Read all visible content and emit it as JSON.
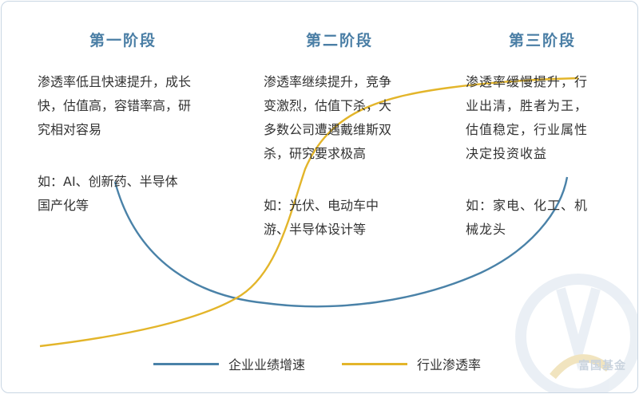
{
  "stages": [
    {
      "title": "第一阶段",
      "desc_lines": [
        "渗透率低且快速提升，成长",
        "快，估值高，容错率高，研",
        "究相对容易"
      ],
      "example_lines": [
        "如：AI、创新药、半导体",
        "国产化等"
      ]
    },
    {
      "title": "第二阶段",
      "desc_lines": [
        "渗透率继续提升，竞争",
        "变激烈，估值下杀，大",
        "多数公司遭遇戴维斯双",
        "杀，研究要求极高"
      ],
      "example_lines": [
        "如：光伏、电动车中",
        "游、半导体设计等"
      ]
    },
    {
      "title": "第三阶段",
      "desc_lines": [
        "渗透率缓慢提升，行",
        "业出清，胜者为王，",
        "估值稳定，行业属性",
        "决定投资收益"
      ],
      "example_lines": [
        "如：家电、化工、机",
        "械龙头"
      ]
    }
  ],
  "legend": {
    "growth": "企业业绩增速",
    "penetration": "行业渗透率"
  },
  "colors": {
    "growth": "#4a82a8",
    "penetration": "#e3b52a",
    "title": "#4a7ea5"
  },
  "watermark": "富国基金"
}
